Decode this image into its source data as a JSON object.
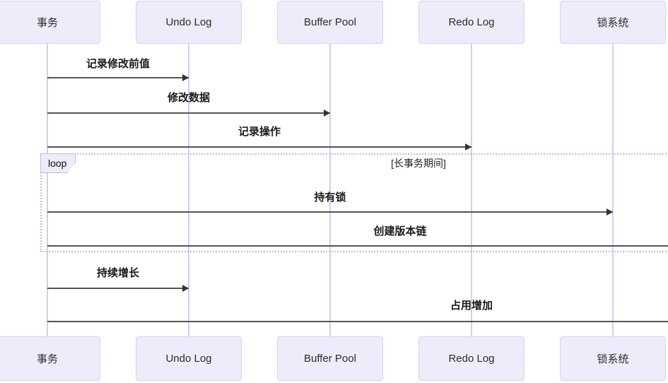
{
  "diagram": {
    "type": "sequence-diagram",
    "participants": [
      {
        "id": "transaction",
        "label": "事务"
      },
      {
        "id": "undo-log",
        "label": "Undo Log"
      },
      {
        "id": "buffer-pool",
        "label": "Buffer Pool"
      },
      {
        "id": "redo-log",
        "label": "Redo Log"
      },
      {
        "id": "lock-system",
        "label": "锁系统"
      }
    ],
    "messages": [
      {
        "label": "记录修改前值",
        "from": "事务",
        "to": "Undo Log"
      },
      {
        "label": "修改数据",
        "from": "事务",
        "to": "Buffer Pool"
      },
      {
        "label": "记录操作",
        "from": "事务",
        "to": "Redo Log"
      },
      {
        "label": "持有锁",
        "from": "事务",
        "to": "锁系统"
      },
      {
        "label": "创建版本链",
        "from": "事务",
        "to": null
      },
      {
        "label": "持续增长",
        "from": "事务",
        "to": "Undo Log"
      },
      {
        "label": "占用增加",
        "from": "事务",
        "to": null
      }
    ],
    "loop": {
      "label": "loop",
      "condition": "[长事务期间]"
    },
    "colors": {
      "participant_fill": "#ECECFA",
      "participant_border": "#D8D3F0",
      "lifeline": "#D6CCEE",
      "arrow_line": "#545454",
      "arrowhead": "#333333",
      "loop_border": "#C5B9EA",
      "text": "#1A1A1A",
      "background": "#FFFFFF"
    }
  }
}
